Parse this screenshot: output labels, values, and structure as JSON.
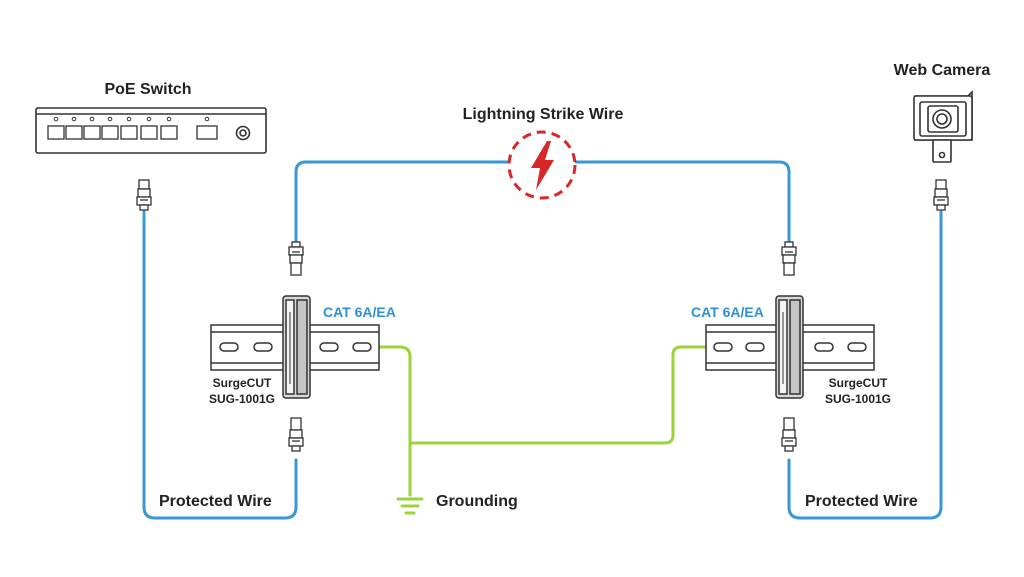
{
  "labels": {
    "poe_switch": "PoE Switch",
    "web_camera": "Web Camera",
    "lightning_strike_wire": "Lightning Strike Wire",
    "grounding": "Grounding",
    "protected_wire_left": "Protected Wire",
    "protected_wire_right": "Protected Wire"
  },
  "devices": {
    "left": {
      "cat_label": "CAT 6A/EA",
      "name": "SurgeCUT",
      "model": "SUG-1001G"
    },
    "right": {
      "cat_label": "CAT 6A/EA",
      "name": "SurgeCUT",
      "model": "SUG-1001G"
    }
  },
  "icons": {
    "lightning": "lightning-bolt-icon",
    "ground": "ground-symbol-icon"
  },
  "colors": {
    "wire_blue": "#3a97d6",
    "ground_green": "#9ad43a",
    "lightning_red": "#d62828",
    "label_blue": "#2e8fd6",
    "text_dark": "#222222",
    "outline": "#333333"
  }
}
